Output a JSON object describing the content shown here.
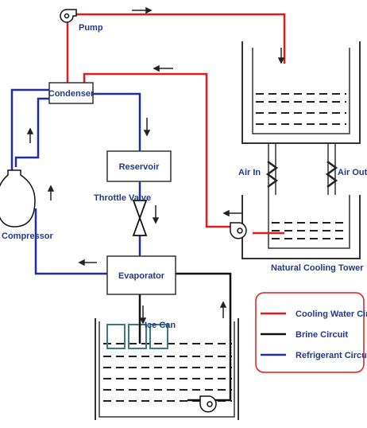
{
  "labels": {
    "pump": "Pump",
    "condenser": "Condenser",
    "reservoir": "Reservoir",
    "throttle_valve": "Throttle Valve",
    "compressor": "Compressor",
    "evaporator": "Evaporator",
    "ice_can": "Ice Can",
    "air_in": "Air In",
    "air_out": "Air Out",
    "natural_cooling_tower": "Natural Cooling Tower"
  },
  "legend": {
    "items": [
      {
        "label": "Cooling Water Circuit",
        "color": "#e01b1b"
      },
      {
        "label": "Brine Circuit",
        "color": "#111111"
      },
      {
        "label": "Refrigerant Circuit",
        "color": "#1f2f9e"
      }
    ]
  },
  "colors": {
    "water": "#e01b1b",
    "brine": "#111111",
    "refrigerant": "#1f2f9e",
    "vessel": "#333333",
    "ice_can": "#3e7a86"
  }
}
